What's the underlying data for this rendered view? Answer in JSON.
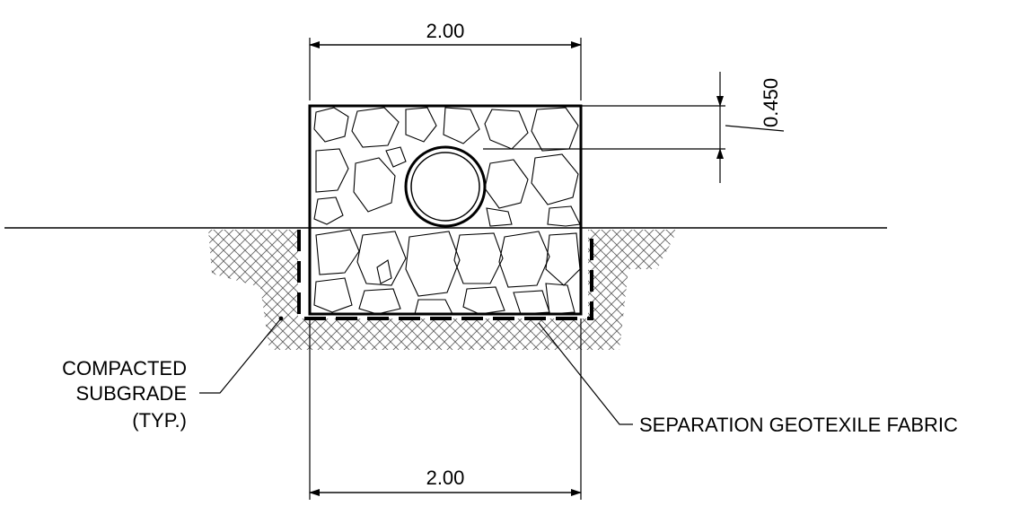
{
  "dimensions": {
    "top_width": "2.00",
    "bottom_width": "2.00",
    "depth": "0.450"
  },
  "labels": {
    "subgrade_line1": "COMPACTED",
    "subgrade_line2": "SUBGRADE",
    "subgrade_line3": "(TYP.)",
    "fabric": "SEPARATION GEOTEXILE FABRIC"
  },
  "colors": {
    "line": "#000000",
    "hatch": "#555555",
    "background": "#ffffff"
  }
}
